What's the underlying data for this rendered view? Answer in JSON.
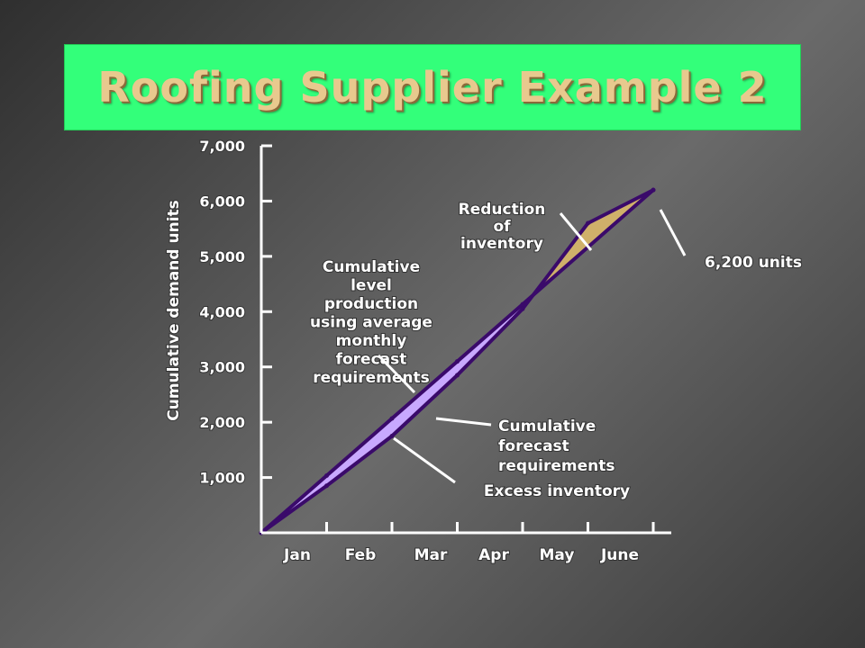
{
  "title": "Roofing Supplier Example 2",
  "chart_data": {
    "type": "line",
    "ylabel": "Cumulative demand units",
    "xlabel": "",
    "y_ticks": [
      "1,000",
      "2,000",
      "3,000",
      "4,000",
      "5,000",
      "6,000",
      "7,000"
    ],
    "y_tick_values": [
      1000,
      2000,
      3000,
      4000,
      5000,
      6000,
      7000
    ],
    "ylim": [
      0,
      7000
    ],
    "categories": [
      "Jan",
      "Feb",
      "Mar",
      "Apr",
      "May",
      "June"
    ],
    "series": [
      {
        "name": "Cumulative level production using average monthly forecast requirements",
        "x": [
          0,
          1,
          2,
          3,
          4,
          5,
          6
        ],
        "values": [
          0,
          1033,
          2067,
          3100,
          4133,
          5167,
          6200
        ]
      },
      {
        "name": "Cumulative forecast requirements",
        "x": [
          0,
          1,
          2,
          3,
          4,
          5,
          6
        ],
        "values": [
          0,
          850,
          1750,
          2850,
          4050,
          5600,
          6200
        ]
      }
    ],
    "annotations": [
      {
        "key": "reduction",
        "lines": [
          "Reduction",
          "of",
          "inventory"
        ]
      },
      {
        "key": "units",
        "lines": [
          "6,200 units"
        ]
      },
      {
        "key": "level",
        "lines": [
          "Cumulative",
          "level",
          "production",
          "using average",
          "monthly",
          "forecast",
          "requirements"
        ]
      },
      {
        "key": "forecast",
        "lines": [
          "Cumulative",
          "forecast",
          "requirements"
        ]
      },
      {
        "key": "excess",
        "lines": [
          "Excess inventory"
        ]
      }
    ],
    "colors": {
      "line": "#3a0a6a",
      "excess_fill": "#c8a8ff",
      "reduction_fill": "#cfb06a",
      "axis": "#ffffff",
      "title_bg": "#33ff7a",
      "title_text": "#e8c98e"
    }
  }
}
